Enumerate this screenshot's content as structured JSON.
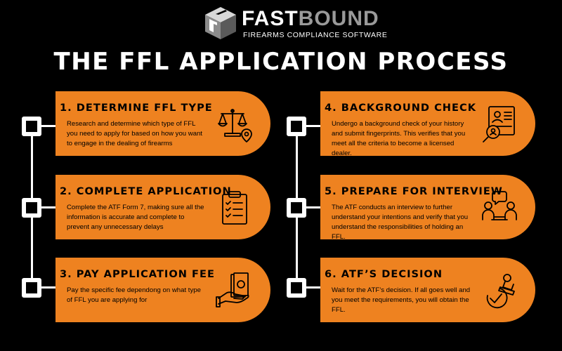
{
  "brand": {
    "name_part1": "FAST",
    "name_part2": "BOUND",
    "tagline": "FIREARMS COMPLIANCE SOFTWARE"
  },
  "title": "THE FFL APPLICATION PROCESS",
  "colors": {
    "background": "#000000",
    "card": "#ee8220",
    "text": "#000000",
    "rail": "#ffffff",
    "brand_gray": "#9a9a9a"
  },
  "steps": [
    {
      "title": "1. DETERMINE FFL TYPE",
      "body": "Research and determine which type of FFL you need to apply for based on how you want to engage in the dealing of firearms",
      "icon": "scales-location-icon"
    },
    {
      "title": "2. COMPLETE APPLICATION",
      "body": "Complete the ATF Form 7, making sure all the information is accurate and complete to prevent any unnecessary delays",
      "icon": "clipboard-checklist-icon"
    },
    {
      "title": "3. PAY APPLICATION FEE",
      "body": "Pay the specific fee dependong on what type of FFL you are applying for",
      "icon": "hand-money-icon"
    },
    {
      "title": "4. BACKGROUND CHECK",
      "body": "Undergo a background check of your history and submit fingerprints. This verifies that you meet all the criteria to become a licensed dealer.",
      "icon": "profile-magnifier-icon"
    },
    {
      "title": "5. PREPARE FOR INTERVIEW",
      "body": "The ATF conducts an interview to further understand your intentions and verify that you understand the responsibilities of holding an FFL.",
      "icon": "interview-people-icon"
    },
    {
      "title": "6. ATF’S DECISION",
      "body": "Wait for the ATF’s decision. If all goes well and you meet the requirements, you will obtain the FFL.",
      "icon": "stamp-approval-icon"
    }
  ]
}
